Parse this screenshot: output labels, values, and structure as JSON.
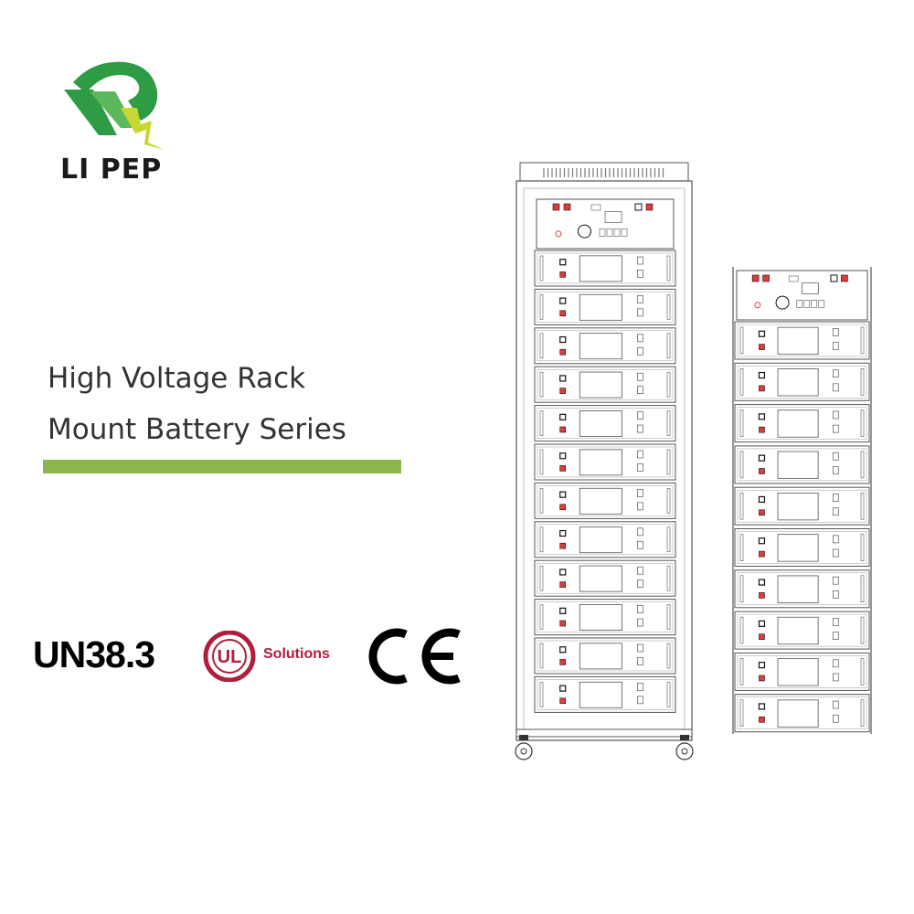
{
  "brand": {
    "name": "LI PEP",
    "accent": "#8ab64a",
    "logo_green": "#2e9b45",
    "logo_yellow": "#c8d633"
  },
  "headline": {
    "line1": "High Voltage Rack",
    "line2": "Mount Battery Series"
  },
  "certifications": {
    "un": "UN38.3",
    "ul": {
      "mark": "UL",
      "text": "Solutions",
      "color": "#b01e3c"
    },
    "ce": "CE"
  },
  "racks": [
    {
      "name": "tall-rack",
      "battery_modules": 12,
      "has_wheels": true
    },
    {
      "name": "stack-rack",
      "battery_modules": 10,
      "has_wheels": false
    }
  ]
}
